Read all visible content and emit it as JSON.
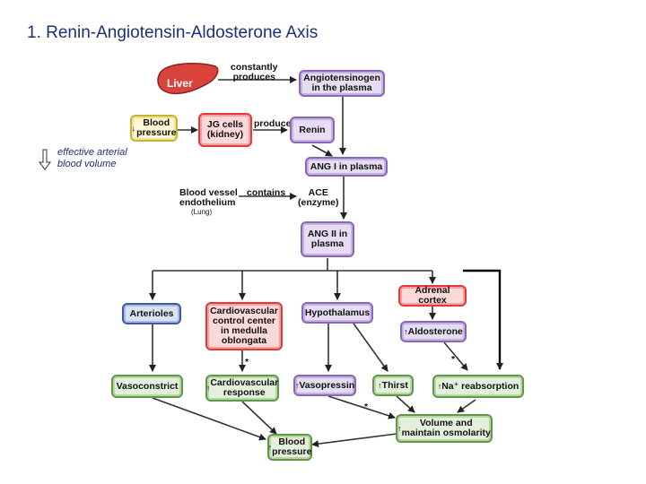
{
  "title": "1. Renin-Angiotensin-Aldosterone Axis",
  "organ": {
    "liver": "Liver"
  },
  "labels": {
    "constantly_produces": "constantly\nproduces",
    "produce": "produce",
    "contains": "contains",
    "blood_vessel_endothelium": "Blood vessel\nendothelium",
    "lung": "(Lung)",
    "star1": "*",
    "star2": "*",
    "star3": "*"
  },
  "note": {
    "text": "effective arterial\nblood volume"
  },
  "nodes": {
    "angiotensinogen": "Angiotensinogen\nin the plasma",
    "blood_pressure_low": "Blood\npressure",
    "jg_cells": "JG cells\n(kidney)",
    "renin": "Renin",
    "ang1": "ANG I in plasma",
    "ace": "ACE\n(enzyme)",
    "ang2": "ANG II in\nplasma",
    "arterioles": "Arterioles",
    "cardio_center": "Cardiovascular\ncontrol center\nin medulla\noblongata",
    "hypothalamus": "Hypothalamus",
    "adrenal_cortex": "Adrenal cortex",
    "aldosterone": "Aldosterone",
    "vasoconstrict": "Vasoconstrict",
    "cardio_response": "Cardiovascular\nresponse",
    "vasopressin": "Vasopressin",
    "thirst": "Thirst",
    "na_reabsorption": "Na⁺ reabsorption",
    "volume_osmolarity": "Volume and\nmaintain osmolarity",
    "blood_pressure_out": "Blood\npressure"
  },
  "arrows": {
    "down": "↓",
    "up": "↑"
  },
  "colors": {
    "red": "#e23a3a",
    "purple": "#8a66b8",
    "green": "#5f9948",
    "blue": "#3b5aa8",
    "yellow": "#c9b531",
    "title": "#1f2d7a"
  }
}
